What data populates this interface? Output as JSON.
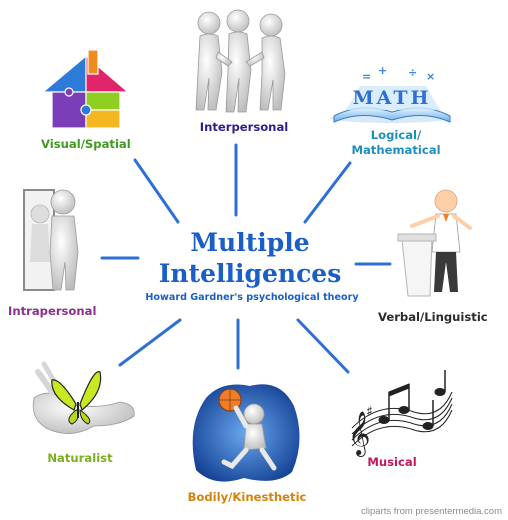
{
  "center": {
    "title_line1": "Multiple",
    "title_line2": "Intelligences",
    "subtitle": "Howard Gardner's psychological theory"
  },
  "intelligences": [
    {
      "key": "interpersonal",
      "label": "Interpersonal",
      "color": "#2a1f8f",
      "icon": "people-huddle-icon"
    },
    {
      "key": "logical",
      "label_line1": "Logical/",
      "label_line2": "Mathematical",
      "color": "#1d8fbe",
      "icon": "math-book-icon"
    },
    {
      "key": "verbal",
      "label": "Verbal/Linguistic",
      "color": "#2b2b2b",
      "icon": "speaker-at-podium-icon"
    },
    {
      "key": "musical",
      "label": "Musical",
      "color": "#c2185b",
      "icon": "music-notes-icon"
    },
    {
      "key": "bodily",
      "label": "Bodily/Kinesthetic",
      "color": "#d4830a",
      "icon": "basketball-dunk-icon"
    },
    {
      "key": "naturalist",
      "label": "Naturalist",
      "color": "#7cae1e",
      "icon": "butterfly-in-hands-icon"
    },
    {
      "key": "intrapersonal",
      "label": "Intrapersonal",
      "color": "#8a2f8c",
      "icon": "mirror-reflection-icon"
    },
    {
      "key": "visual",
      "label": "Visual/Spatial",
      "color": "#3f9a1f",
      "icon": "puzzle-house-icon"
    }
  ],
  "math_book_text": "MATH",
  "credit": "cliparts from presentermedia.com",
  "colors": {
    "center": "#1a5ec7",
    "connector": "#2d6fd6"
  }
}
